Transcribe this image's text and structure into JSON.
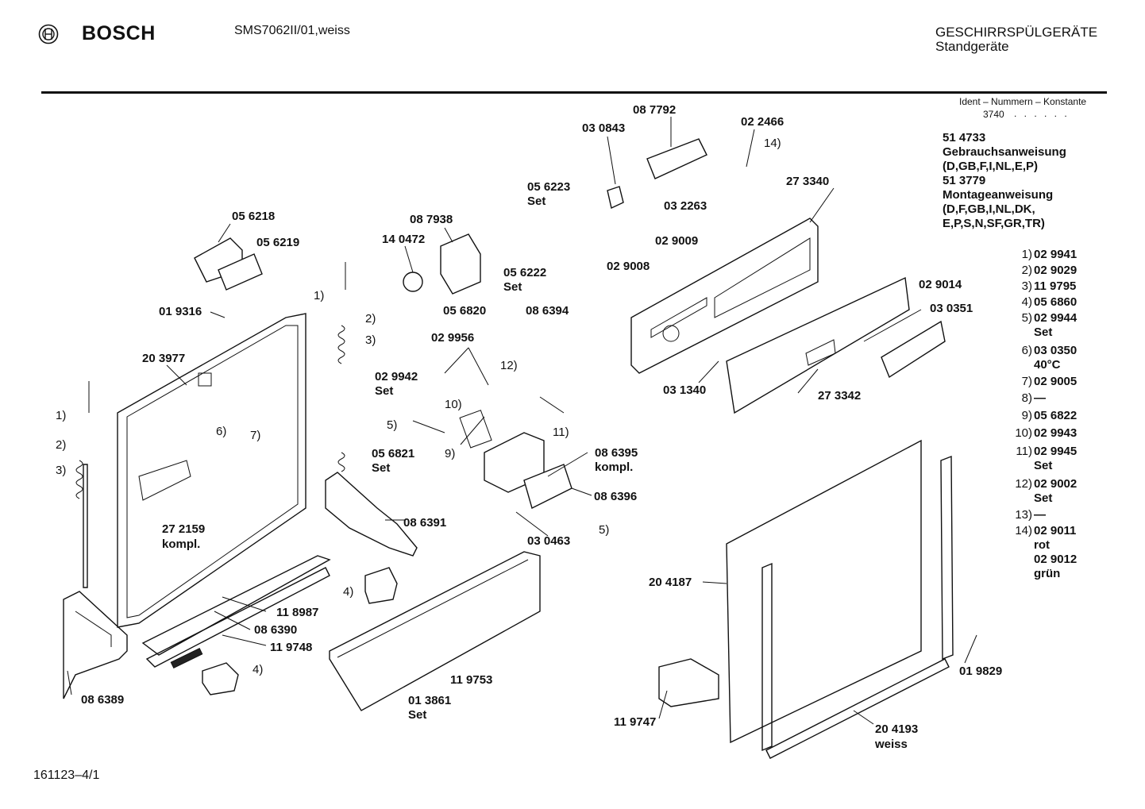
{
  "header": {
    "brand": "BOSCH",
    "model": "SMS7062II/01,weiss",
    "category": "GESCHIRRSPÜLGERÄTE",
    "subcategory": "Standgeräte",
    "ident_label": "Ident – Nummern – Konstante",
    "constant": "3740",
    "constant_dots": ". . . . . ."
  },
  "documents": [
    "51 4733",
    "Gebrauchsanweisung",
    "(D,GB,F,I,NL,E,P)",
    "51 3779",
    "Montageanweisung",
    "(D,F,GB,I,NL,DK,",
    "E,P,S,N,SF,GR,TR)"
  ],
  "legend": [
    {
      "key": "1)",
      "value": "02 9941"
    },
    {
      "key": "2)",
      "value": "02 9029"
    },
    {
      "key": "3)",
      "value": "11 9795"
    },
    {
      "key": "4)",
      "value": "05 6860"
    },
    {
      "key": "5)",
      "value": "02 9944",
      "extra": "Set"
    },
    {
      "key": "6)",
      "value": "03 0350",
      "extra": "40°C"
    },
    {
      "key": "7)",
      "value": "02 9005"
    },
    {
      "key": "8)",
      "value": "—"
    },
    {
      "key": "9)",
      "value": "05 6822"
    },
    {
      "key": "10)",
      "value": "02 9943"
    },
    {
      "key": "11)",
      "value": "02 9945",
      "extra": "Set"
    },
    {
      "key": "12)",
      "value": "02 9002",
      "extra": "Set"
    },
    {
      "key": "13)",
      "value": "—"
    },
    {
      "key": "14)",
      "value": "02 9011",
      "extra": "rot",
      "extra2": "02 9012",
      "extra3": "grün"
    }
  ],
  "callouts": {
    "p087792": "08 7792",
    "p030843": "03 0843",
    "p022466": "02 2466",
    "p14a": "14)",
    "p273340": "27 3340",
    "p056223": "05 6223",
    "p056223set": "Set",
    "p056218": "05 6218",
    "p087938": "08 7938",
    "p032263": "03 2263",
    "p140472": "14 0472",
    "p056219": "05 6219",
    "p029009": "02 9009",
    "p056222": "05 6222",
    "p056222set": "Set",
    "p029008": "02 9008",
    "p019316": "01 9316",
    "p1a": "1)",
    "p2a": "2)",
    "p3a": "3)",
    "p029014": "02 9014",
    "p030351": "03 0351",
    "p056820": "05 6820",
    "p086394": "08 6394",
    "p029956": "02 9956",
    "p203977": "20 3977",
    "p029942": "02 9942",
    "p029942set": "Set",
    "p12a": "12)",
    "p031340": "03 1340",
    "p273342": "27 3342",
    "p1b": "1)",
    "p10a": "10)",
    "p6a": "6)",
    "p7a": "7)",
    "p5a": "5)",
    "p11a": "11)",
    "p2b": "2)",
    "p9a": "9)",
    "p086395": "08 6395",
    "p086395k": "kompl.",
    "p3b": "3)",
    "p056821": "05 6821",
    "p056821set": "Set",
    "p086396": "08 6396",
    "p086391": "08 6391",
    "p5b": "5)",
    "p272159": "27 2159",
    "p272159k": "kompl.",
    "p030463": "03 0463",
    "p4a": "4)",
    "p204187": "20 4187",
    "p118987": "11 8987",
    "p086390": "08 6390",
    "p119748": "11 9748",
    "p4b": "4)",
    "p119753": "11 9753",
    "p019829": "01 9829",
    "p086389": "08 6389",
    "p013861": "01 3861",
    "p013861set": "Set",
    "p119747": "11 9747",
    "p204193": "20 4193",
    "p204193w": "weiss"
  },
  "footer": "161123–4/1"
}
